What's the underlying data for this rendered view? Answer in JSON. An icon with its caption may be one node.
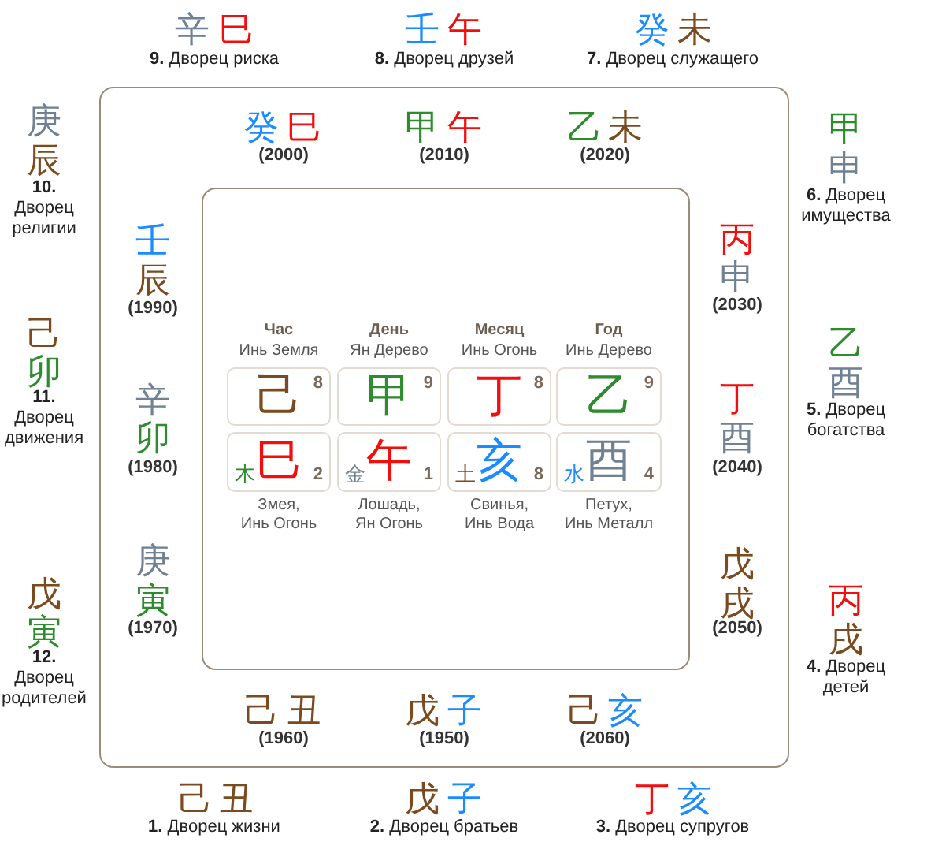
{
  "diagram": {
    "nodes": [
      {
        "text": [
          "癸",
          "巳",
          "(2000)",
          "甲",
          "午",
          "(2010)",
          "乙",
          "未",
          "(2020)",
          "壬",
          "辰",
          "(1990)",
          "丙",
          "申",
          "(2030)",
          "辛",
          "卯",
          "(1980)",
          "丁",
          "酉",
          "(2040)",
          "庚",
          "寅",
          "(1970)",
          "戊",
          "戌",
          "(2050)",
          "己",
          "丑",
          "(1960)",
          "戊",
          "子",
          "(1950)",
          "己",
          "亥",
          "(2060)"
        ]
      },
      {
        "text": [],
        "shape": "box",
        "in": 0
      },
      {
        "text": [
          "己",
          "8"
        ],
        "beside": [
          "Час",
          "Инь Земля"
        ],
        "in": 1
      },
      {
        "text": [
          "甲",
          "9"
        ],
        "beside": [
          "День",
          "Ян Дерево"
        ],
        "in": 1
      },
      {
        "text": [
          "丁",
          "8"
        ],
        "beside": [
          "Месяц",
          "Инь Огонь"
        ],
        "in": 1
      },
      {
        "text": [
          "乙",
          "9"
        ],
        "beside": [
          "Год",
          "Инь Дерево"
        ],
        "in": 1
      },
      {
        "text": [
          "木",
          "巳",
          "2"
        ],
        "beside": [
          "Змея, Инь Огонь"
        ],
        "in": 1
      },
      {
        "text": [
          "金",
          "午",
          "1"
        ],
        "beside": [
          "Лошадь, Ян Огонь"
        ],
        "in": 1
      },
      {
        "text": [
          "土",
          "亥",
          "8"
        ],
        "beside": [
          "Свинья, Инь Вода"
        ],
        "in": 1
      },
      {
        "text": [
          "水",
          "酉",
          "4"
        ],
        "beside": [
          "Петух, Инь Металл"
        ],
        "in": 1
      }
    ],
    "labels": [
      "辛",
      "巳",
      "**9.** Дворец риска",
      "壬",
      "午",
      "**8.** Дворец друзей",
      "癸",
      "未",
      "**7.** Дворец служащего",
      "庚",
      "辰",
      "**10.** Дворец религии",
      "甲",
      "申",
      "**6.** Дворец имущества",
      "己",
      "卯",
      "**11.** Дворец движения",
      "乙",
      "酉",
      "**5.** Дворец богатства",
      "戊",
      "寅",
      "**12.** Дворец родителей",
      "丙",
      "戌",
      "**4.** Дворец детей",
      "己",
      "丑",
      "**1.** Дворец жизни",
      "戊",
      "子",
      "**2.** Дворец братьев",
      "丁",
      "亥",
      "**3.** Дворец супругов"
    ]
  }
}
